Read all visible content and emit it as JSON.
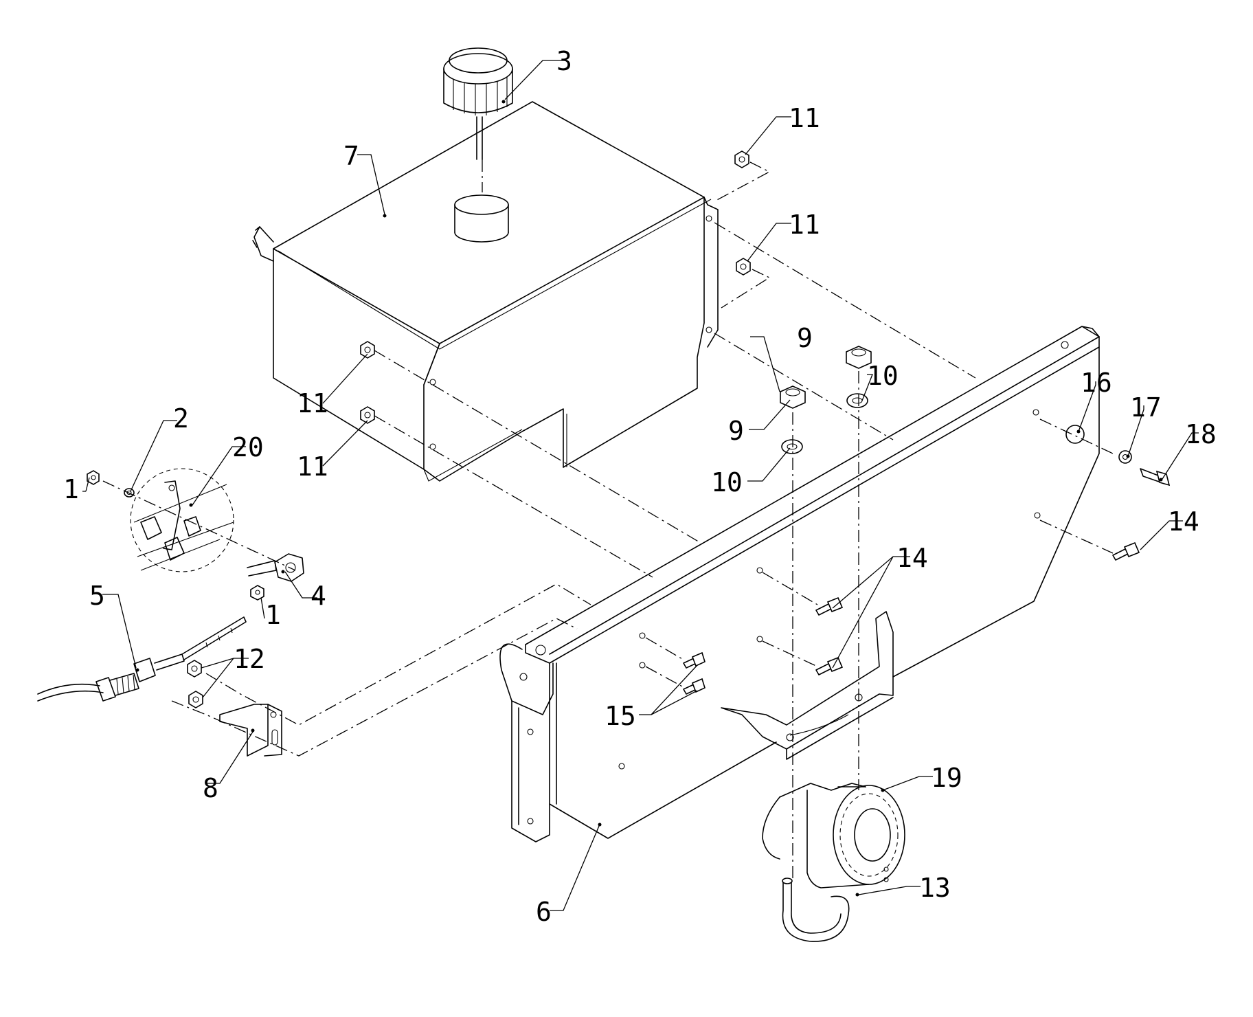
{
  "callouts": [
    {
      "id": "c1a",
      "text": "1"
    },
    {
      "id": "c1b",
      "text": "1"
    },
    {
      "id": "c2",
      "text": "2"
    },
    {
      "id": "c3",
      "text": "3"
    },
    {
      "id": "c4",
      "text": "4"
    },
    {
      "id": "c5",
      "text": "5"
    },
    {
      "id": "c6",
      "text": "6"
    },
    {
      "id": "c7",
      "text": "7"
    },
    {
      "id": "c8",
      "text": "8"
    },
    {
      "id": "c9a",
      "text": "9"
    },
    {
      "id": "c9b",
      "text": "9"
    },
    {
      "id": "c10a",
      "text": "10"
    },
    {
      "id": "c10b",
      "text": "10"
    },
    {
      "id": "c11a",
      "text": "11"
    },
    {
      "id": "c11b",
      "text": "11"
    },
    {
      "id": "c11c",
      "text": "11"
    },
    {
      "id": "c11d",
      "text": "11"
    },
    {
      "id": "c12",
      "text": "12"
    },
    {
      "id": "c13",
      "text": "13"
    },
    {
      "id": "c14a",
      "text": "14"
    },
    {
      "id": "c14b",
      "text": "14"
    },
    {
      "id": "c15",
      "text": "15"
    },
    {
      "id": "c16",
      "text": "16"
    },
    {
      "id": "c17",
      "text": "17"
    },
    {
      "id": "c18",
      "text": "18"
    },
    {
      "id": "c19",
      "text": "19"
    },
    {
      "id": "c20",
      "text": "20"
    }
  ],
  "colors": {
    "line": "#000000",
    "background": "#ffffff"
  }
}
